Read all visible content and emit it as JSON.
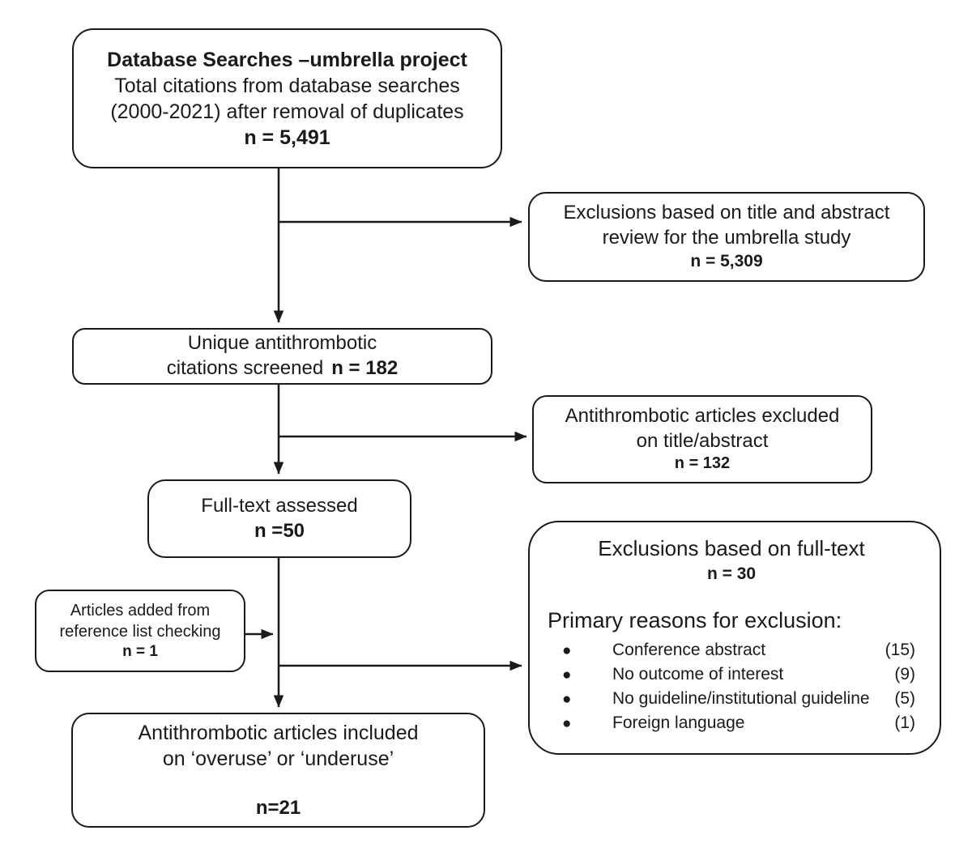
{
  "figure": {
    "background": "#ffffff",
    "line_color": "#1a1a1a"
  },
  "boxes": {
    "database_searches": {
      "title": "Database Searches –umbrella project",
      "body_line1": "Total citations from database searches",
      "body_line2": "(2000-2021) after removal of duplicates",
      "count": "n = 5,491"
    },
    "exclusions_title_abstract": {
      "line1": "Exclusions based on title and abstract",
      "line2": "review for the umbrella study",
      "count": "n = 5,309"
    },
    "unique_citations": {
      "line1": "Unique antithrombotic",
      "line2": "citations screened",
      "count": "n = 182"
    },
    "excluded_title_abstract": {
      "line1": "Antithrombotic articles excluded",
      "line2": "on title/abstract",
      "count": "n = 132"
    },
    "full_text_assessed": {
      "line1": "Full-text assessed",
      "count": "n =50"
    },
    "reference_list": {
      "line1": "Articles added from",
      "line2": "reference list checking",
      "count": "n = 1"
    },
    "full_text_exclusions": {
      "title": "Exclusions based on full-text",
      "count": "n = 30",
      "reasons_heading": "Primary reasons for exclusion:",
      "reasons": [
        {
          "label": "Conference abstract",
          "count": "(15)"
        },
        {
          "label": "No outcome of interest",
          "count": "(9)"
        },
        {
          "label": "No guideline/institutional guideline",
          "count": "(5)"
        },
        {
          "label": "Foreign language",
          "count": "(1)"
        }
      ]
    },
    "included": {
      "line1": "Antithrombotic articles included",
      "line2": "on ‘overuse’ or ‘underuse’",
      "count": "n=21"
    }
  }
}
